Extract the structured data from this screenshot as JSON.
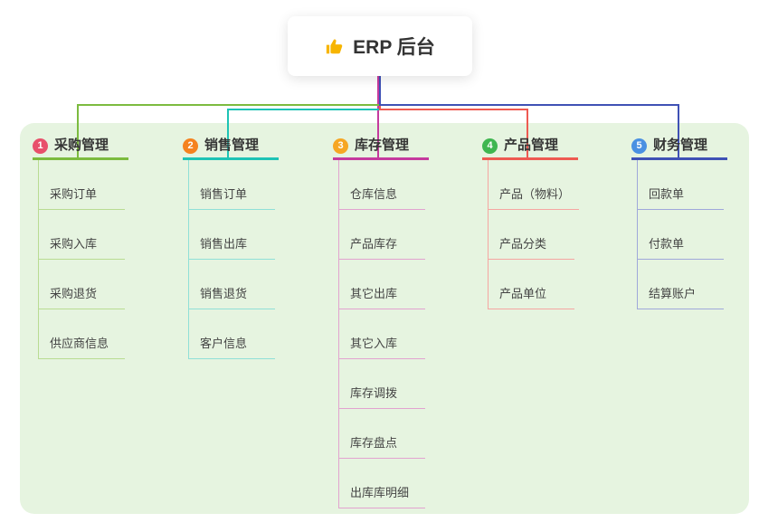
{
  "root": {
    "title": "ERP 后台",
    "icon": "thumbs-up-icon",
    "icon_color": "#f7b500"
  },
  "connector_color": "#3F51B5",
  "panel_color": "#e6f4e0",
  "branches": [
    {
      "num": "1",
      "title": "采购管理",
      "badge_color": "#E8506B",
      "line_color": "#7CBB3F",
      "light_color": "#B9DC92",
      "items": [
        "采购订单",
        "采购入库",
        "采购退货",
        "供应商信息"
      ]
    },
    {
      "num": "2",
      "title": "销售管理",
      "badge_color": "#F5821F",
      "line_color": "#1EC3B5",
      "light_color": "#90E0D7",
      "items": [
        "销售订单",
        "销售出库",
        "销售退货",
        "客户信息"
      ]
    },
    {
      "num": "3",
      "title": "库存管理",
      "badge_color": "#F6A623",
      "line_color": "#C53A9E",
      "light_color": "#E2A3CF",
      "items": [
        "仓库信息",
        "产品库存",
        "其它出库",
        "其它入库",
        "库存调拨",
        "库存盘点",
        "出库库明细"
      ]
    },
    {
      "num": "4",
      "title": "产品管理",
      "badge_color": "#3FB650",
      "line_color": "#EE5A52",
      "light_color": "#F5A6A2",
      "items": [
        "产品（物料）",
        "产品分类",
        "产品单位"
      ]
    },
    {
      "num": "5",
      "title": "财务管理",
      "badge_color": "#4A90E2",
      "line_color": "#3F51B5",
      "light_color": "#9FA8DA",
      "items": [
        "回款单",
        "付款单",
        "结算账户"
      ]
    }
  ]
}
